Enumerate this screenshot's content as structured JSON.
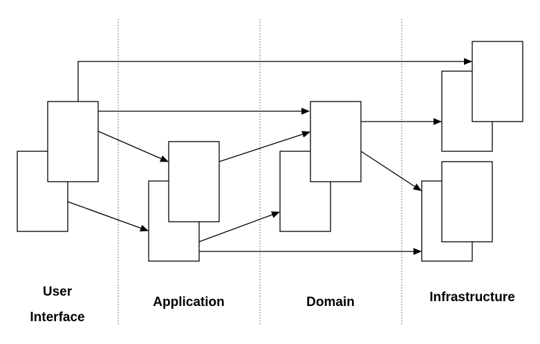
{
  "layers": {
    "user_interface": {
      "line1": "User",
      "line2": "Interface"
    },
    "application": {
      "label": "Application"
    },
    "domain": {
      "label": "Domain"
    },
    "infrastructure": {
      "label": "Infrastructure"
    }
  },
  "colors": {
    "stroke": "#000000",
    "background": "#ffffff",
    "divider": "#555555"
  }
}
